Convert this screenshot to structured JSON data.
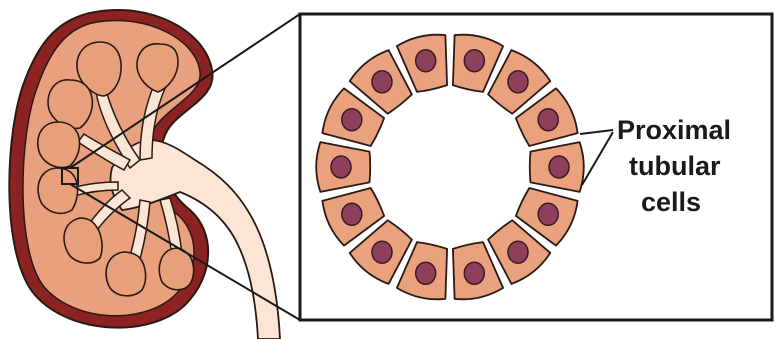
{
  "colors": {
    "capsule": "#8b2323",
    "cortex": "#e9a07e",
    "medulla_pyramid": "#e8a07b",
    "pelvis": "#fbe6d6",
    "ureter": "#fbe6d6",
    "outline": "#2a1a14",
    "cell_fill": "#e9a27d",
    "nucleus": "#8e3f5c",
    "nucleus_outline": "#3b1a22",
    "zoom_box": "#ffffff"
  },
  "label": {
    "lines": [
      "Proximal",
      "tubular",
      "cells"
    ]
  },
  "icons": {
    "organ": "kidney-icon",
    "zoom": "magnified-tubule-cross-section"
  }
}
